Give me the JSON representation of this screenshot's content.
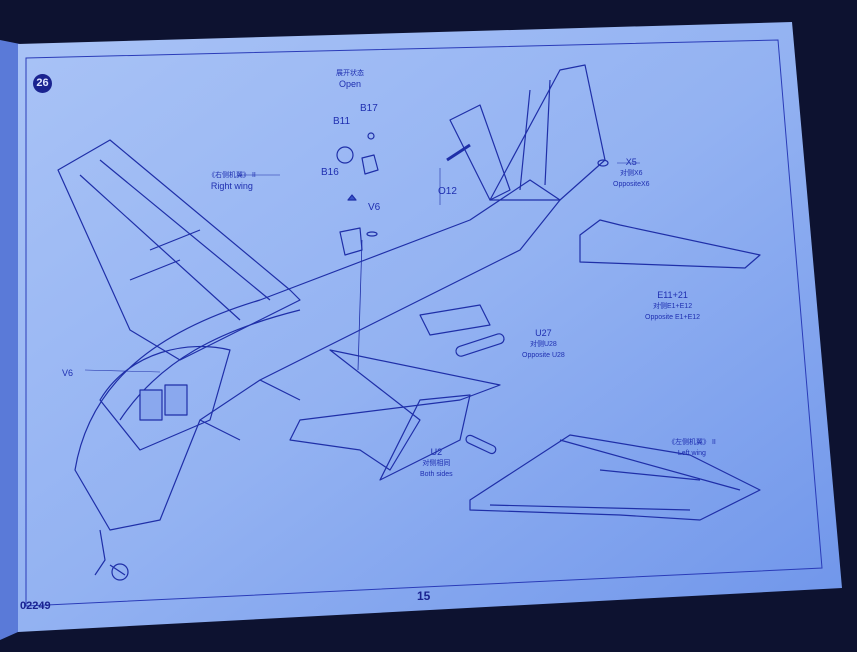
{
  "page": {
    "step_number": "26",
    "page_number": "15",
    "kit_code": "02249"
  },
  "callouts": {
    "open_cn": "展开状态",
    "open_en": "Open",
    "b11": "B11",
    "b17": "B17",
    "b16": "B16",
    "v6_top": "V6",
    "o12": "O12",
    "x5": "X5",
    "x5_cn": "对侧X6",
    "x5_en": "OppositeX6",
    "e11": "E11+21",
    "e11_cn": "对侧E1+E12",
    "e11_en": "Opposite E1+E12",
    "right_wing_cn": "《右侧机翼》 II",
    "right_wing_en": "Right wing",
    "u27": "U27",
    "u27_cn": "对侧U28",
    "u27_en": "Opposite U28",
    "u2": "U2",
    "u2_cn": "对侧相同",
    "u2_en": "Both sides",
    "left_wing_cn": "《左侧机翼》 II",
    "left_wing_en": "Left wing",
    "v6_left": "V6"
  },
  "colors": {
    "background": "#0d1230",
    "paper": "#8fb0f0",
    "ink": "#1f2fb0"
  }
}
